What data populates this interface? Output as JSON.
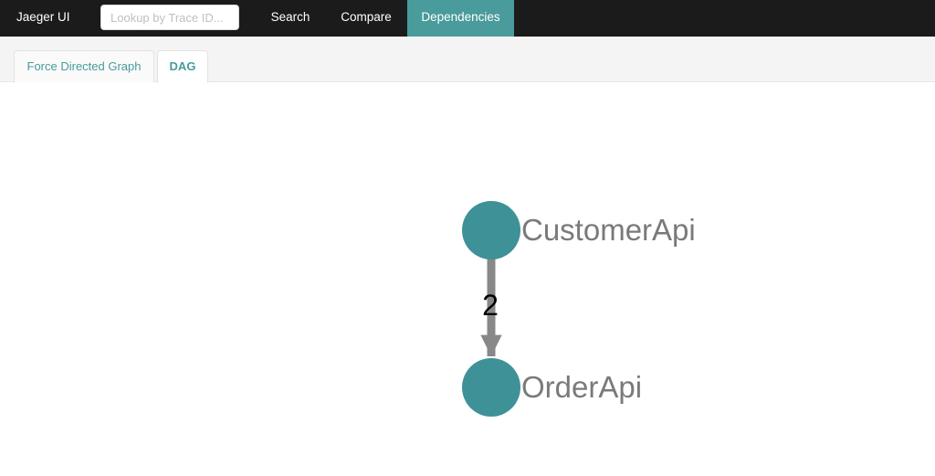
{
  "topbar": {
    "brand": "Jaeger UI",
    "lookup_placeholder": "Lookup by Trace ID...",
    "nav": {
      "search": "Search",
      "compare": "Compare",
      "dependencies": "Dependencies"
    },
    "active_nav": "Dependencies"
  },
  "tabs": {
    "force": "Force Directed Graph",
    "dag": "DAG",
    "active": "DAG"
  },
  "graph": {
    "nodes": [
      {
        "id": "customerapi",
        "label": "CustomerApi"
      },
      {
        "id": "orderapi",
        "label": "OrderApi"
      }
    ],
    "edges": [
      {
        "from": "CustomerApi",
        "to": "OrderApi",
        "label": "2"
      }
    ]
  },
  "colors": {
    "topbar": "#1b1b1b",
    "accent": "#4a9b9b",
    "node": "#3f9198",
    "edge": "#888888",
    "node_label": "#7a7a7a"
  }
}
